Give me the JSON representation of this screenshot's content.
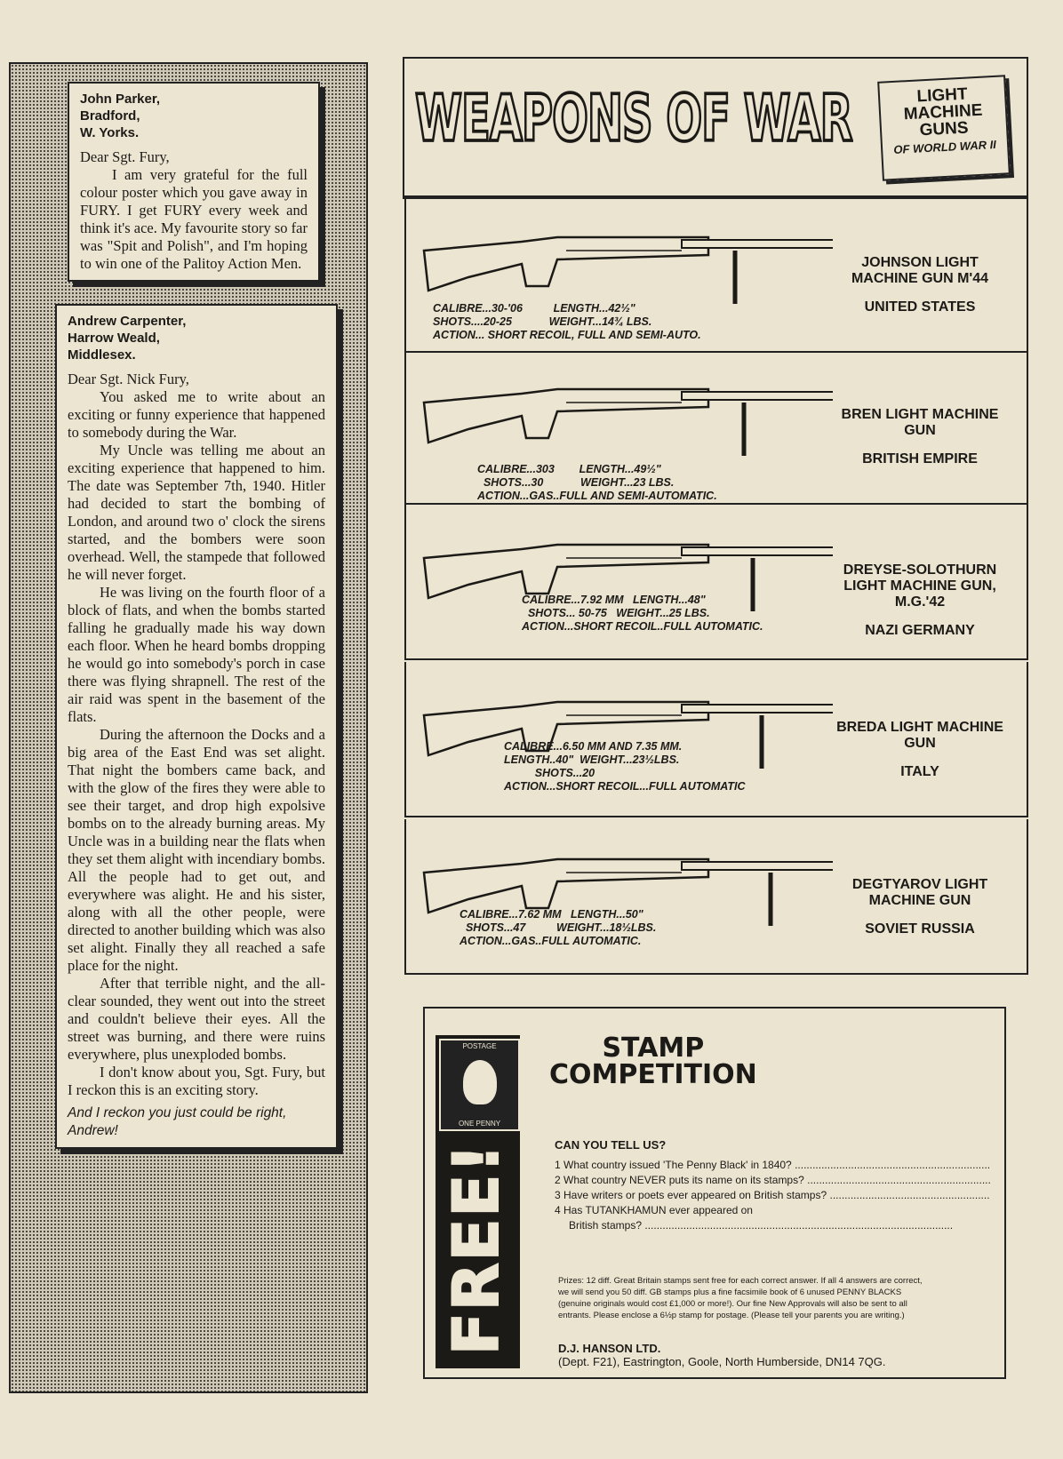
{
  "letters": [
    {
      "address": [
        "John Parker,",
        "Bradford,",
        "W. Yorks."
      ],
      "salutation": "Dear Sgt. Fury,",
      "paragraphs": [
        "I am very grateful for the full colour poster which you gave away in FURY. I get FURY every week and think it's ace. My favourite story so far was \"Spit and Polish\", and I'm hoping to win one of the Palitoy Action Men."
      ]
    },
    {
      "address": [
        "Andrew Carpenter,",
        "Harrow Weald,",
        "Middlesex."
      ],
      "salutation": "Dear Sgt. Nick Fury,",
      "paragraphs": [
        "You asked me to write about an exciting or funny experience that happened to somebody during the War.",
        "My Uncle was telling me about an exciting experience that happened to him. The date was September 7th, 1940. Hitler had decided to start the bombing of London, and around two o' clock the sirens started, and the bombers were soon overhead. Well, the stampede that followed he will never forget.",
        "He was living on the fourth floor of a block of flats, and when the bombs started falling he gradually made his way down each floor. When he heard bombs dropping he would go into somebody's porch in case there was flying shrapnell. The rest of the air raid was spent in the basement of the flats.",
        "During the afternoon the Docks and a big area of the East End was set alight. That night the bombers came back, and with the glow of the fires they were able to see their target, and drop high expolsive bombs on to the already burning areas. My Uncle was in a building near the flats when they set them alight with incendiary bombs. All the people had to get out, and everywhere was alight. He and his sister, along with all the other people, were directed to another building which was also set alight. Finally they all reached a safe place for the night.",
        "After that terrible night, and the all-clear sounded, they went out into the street and couldn't believe their eyes. All the street was burning, and there were ruins everywhere, plus unexploded bombs.",
        "I don't know about you, Sgt. Fury, but I reckon this is an exciting story."
      ],
      "reply": "And I reckon you just could be right, Andrew!"
    }
  ],
  "feature": {
    "title": "WEAPONS OF WAR",
    "subtitle": [
      "LIGHT",
      "MACHINE",
      "GUNS",
      "OF WORLD WAR II"
    ]
  },
  "weapons": [
    {
      "name": "JOHNSON LIGHT MACHINE GUN M'44",
      "country": "UNITED STATES",
      "specs": "CALIBRE...30-'06          LENGTH...42½\"\nSHOTS....20-25            WEIGHT...14¾ LBS.\nACTION... SHORT RECOIL, FULL AND SEMI-AUTO."
    },
    {
      "name": "BREN LIGHT MACHINE GUN",
      "country": "BRITISH EMPIRE",
      "specs": "CALIBRE...303        LENGTH...49½\"\n  SHOTS...30            WEIGHT...23 LBS.\nACTION...GAS..FULL AND SEMI-AUTOMATIC."
    },
    {
      "name": "DREYSE-SOLOTHURN LIGHT MACHINE GUN, M.G.'42",
      "country": "NAZI GERMANY",
      "specs": "CALIBRE...7.92 MM   LENGTH...48\"\n  SHOTS... 50-75   WEIGHT...25 LBS.\nACTION...SHORT RECOIL..FULL AUTOMATIC."
    },
    {
      "name": "BREDA LIGHT MACHINE GUN",
      "country": "ITALY",
      "specs": "CALIBRE...6.50 MM AND 7.35 MM.\nLENGTH..40\"  WEIGHT...23½LBS.\n          SHOTS...20\nACTION...SHORT RECOIL...FULL AUTOMATIC"
    },
    {
      "name": "DEGTYAROV LIGHT MACHINE GUN",
      "country": "SOVIET RUSSIA",
      "specs": "CALIBRE...7.62 MM   LENGTH...50\"\n  SHOTS...47          WEIGHT...18½LBS.\nACTION...GAS..FULL AUTOMATIC."
    }
  ],
  "stamp": {
    "free_label": "FREE!",
    "penny_black_top": "POSTAGE",
    "penny_black_bottom": "ONE PENNY",
    "title": [
      "STAMP",
      "COMPETITION"
    ],
    "question_heading": "CAN YOU TELL US?",
    "questions": [
      "1 What country issued 'The Penny Black' in 1840?",
      "2 What country NEVER puts its name on its stamps?",
      "3 Have writers or poets ever appeared on British stamps?",
      "4 Has TUTANKHAMUN ever appeared on",
      "British stamps?"
    ],
    "prizes": "Prizes: 12 diff. Great Britain stamps sent free for each correct answer. If all 4 answers are correct, we will send you 50 diff. GB stamps plus a fine facsimile book of 6 unused PENNY BLACKS (genuine originals would cost £1,000 or more!). Our fine New Approvals will also be sent to all entrants. Please enclose a 6½p stamp for postage. (Please tell your parents you are writing.)",
    "company": "D.J. HANSON LTD.",
    "address": "(Dept. F21), Eastrington, Goole, North Humberside, DN14 7QG."
  }
}
